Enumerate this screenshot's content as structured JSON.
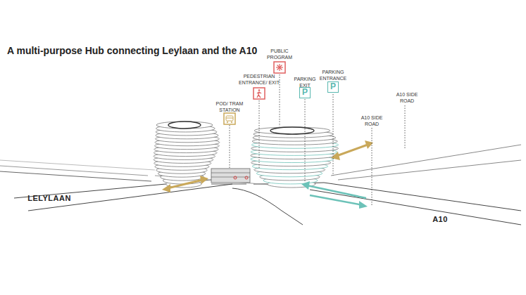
{
  "diagram": {
    "title": "A multi-purpose Hub connecting Leylaan and the A10",
    "labels": [
      "PUBLIC PROGRAM",
      "PEDESTRIAN ENTRANCE/ EXIT",
      "PARKING EXIT",
      "P",
      "PARKING ENTRANCE",
      "P",
      "POD/ TRAM STATION",
      "A10 SIDE ROAD",
      "A10 SIDE ROAD",
      "LELYLAAN",
      "A10"
    ]
  }
}
